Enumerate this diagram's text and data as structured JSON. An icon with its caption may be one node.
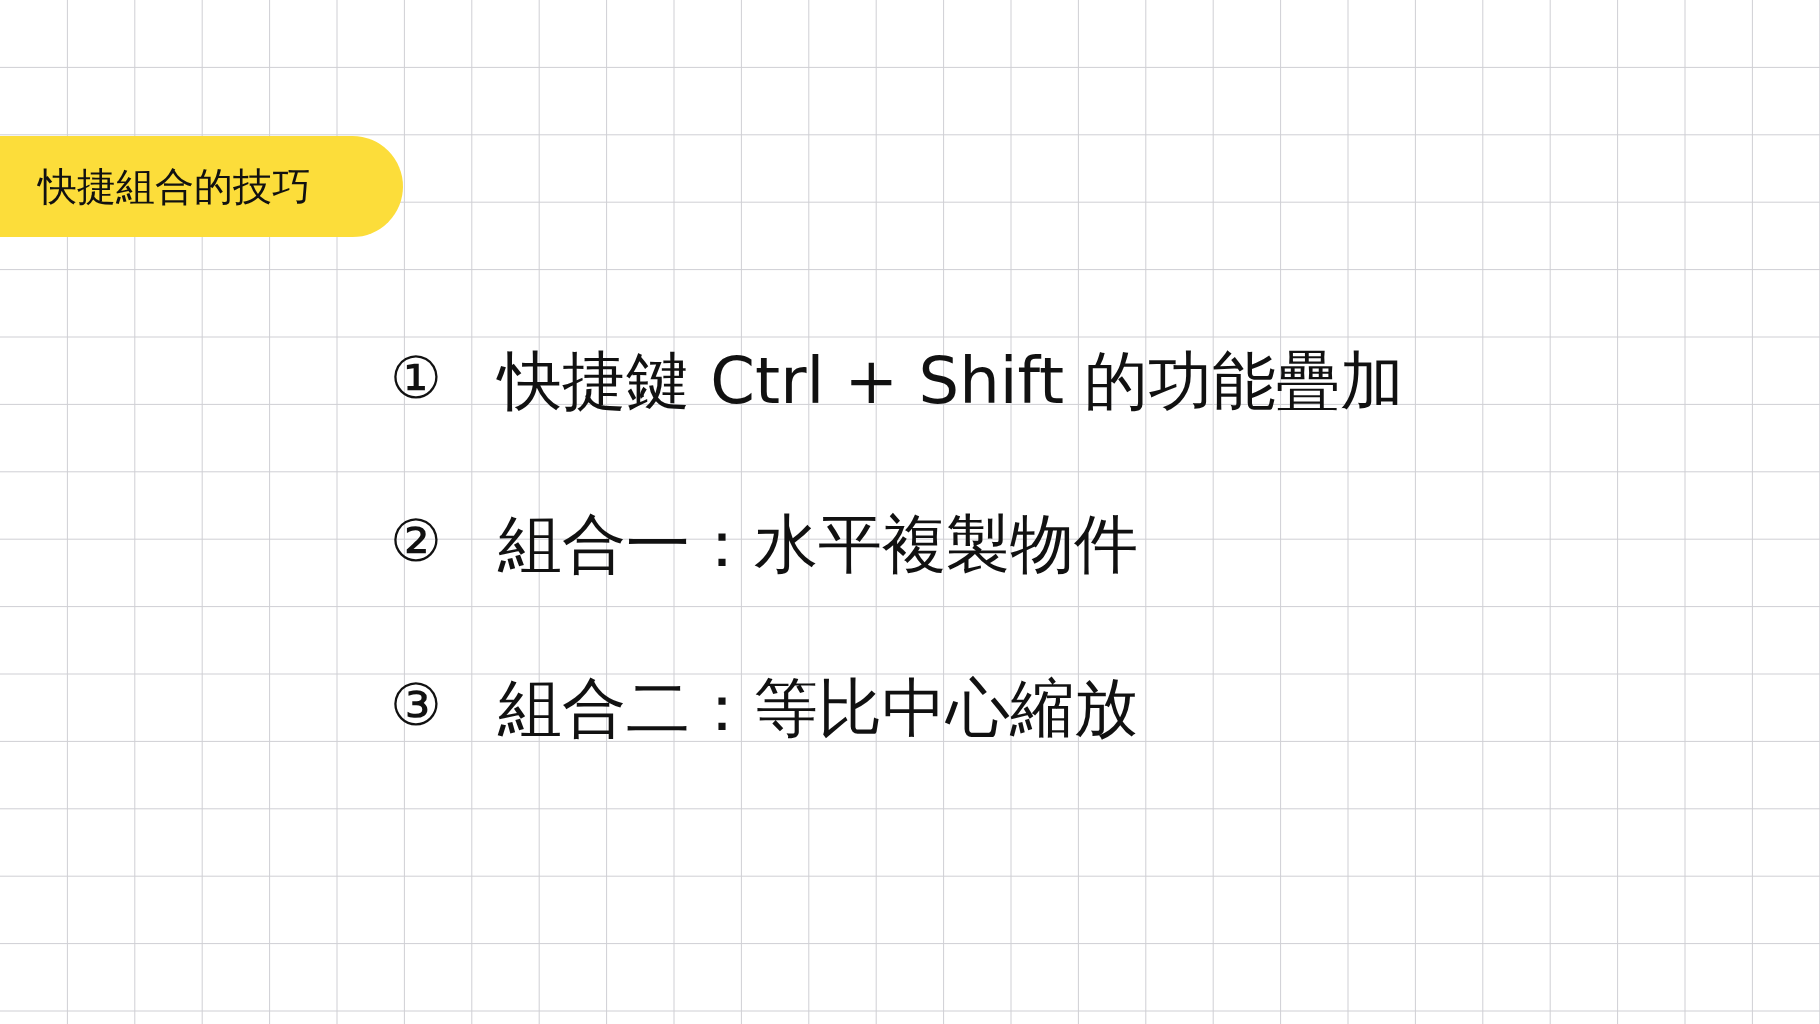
{
  "diagram": {
    "nodes": [
      {
        "text": [
          "快捷組合的技巧"
        ]
      }
    ],
    "labels": [
      "①",
      "快捷鍵 Ctrl + Shift 的功能疊加",
      "②",
      "組合一：水平複製物件",
      "③",
      "組合二：等比中心縮放"
    ]
  }
}
